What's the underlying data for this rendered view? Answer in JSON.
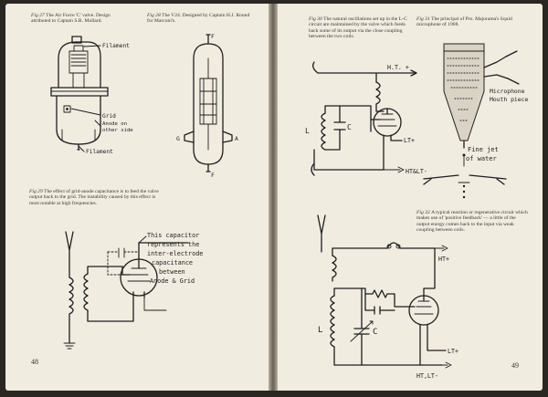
{
  "left_page": {
    "fig27": {
      "number": "Fig 27",
      "caption": "The Air Force 'C' valve. Design attributed to Captain S.R. Mullard.",
      "labels": {
        "filament_top": "Filament",
        "grid": "Grid",
        "anode_1": "Anode on",
        "anode_2": "other side",
        "filament_bottom": "Filament"
      }
    },
    "fig28": {
      "number": "Fig 28",
      "caption": "The V24. Designed by Captain H.J. Round for Marconi's.",
      "labels": {
        "f_top": "F",
        "g": "G",
        "a": "A",
        "f_bottom": "F"
      }
    },
    "fig29": {
      "number": "Fig 29",
      "caption": "The effect of grid-anode capacitance is to feed the valve output back to the grid. The instability caused by this effect is most notable at high frequencies.",
      "labels": {
        "note_1": "This capacitor",
        "note_2": "represents the",
        "note_3": "inter-electrode",
        "note_4": "capacitance",
        "note_5": "between",
        "note_6": "Anode & Grid"
      }
    },
    "page_number": "48"
  },
  "right_page": {
    "fig30": {
      "number": "Fig 30",
      "caption": "The natural oscillations set up in the L-C circuit are maintained by the valve which feeds back some of its output via the close coupling between the two coils.",
      "labels": {
        "ht": "H.T. +",
        "l": "L",
        "c": "C",
        "lt": "LT+",
        "ht_lt": "HT&LT-"
      }
    },
    "fig31": {
      "number": "Fig 31",
      "caption": "The principal of Pro. Majorama's liquid microphone of 1908.",
      "labels": {
        "mic_1": "Microphone",
        "mic_2": "Mouth piece",
        "jet_1": "Fine jet",
        "jet_2": "of water"
      }
    },
    "fig32": {
      "number": "Fig 32",
      "caption": "A typical reaction or regenerative circuit which makes use of 'positive feedback' — a little of the output energy comes back to the input via weak coupling between coils.",
      "labels": {
        "ht": "HT+",
        "l": "L",
        "c": "C",
        "lt": "LT+",
        "ht_lt": "HT,LT-"
      }
    },
    "page_number": "49"
  }
}
